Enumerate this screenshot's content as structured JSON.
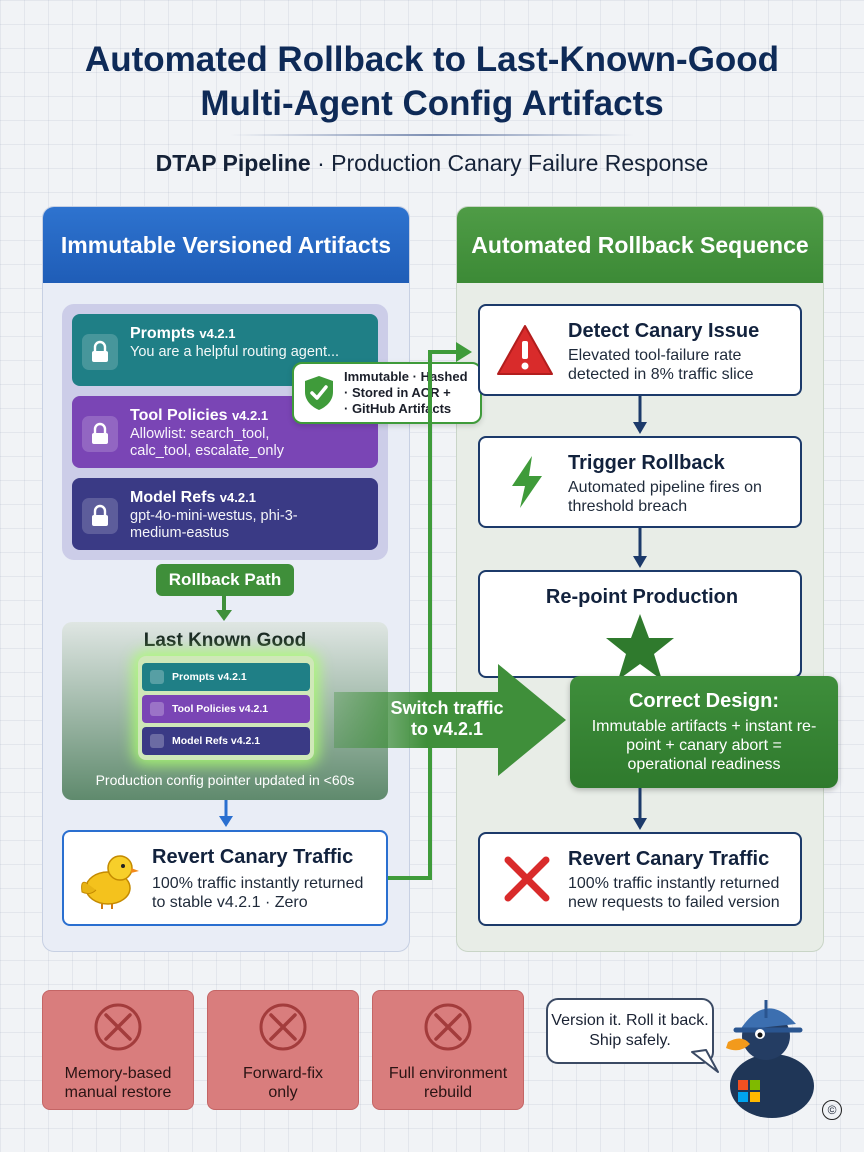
{
  "title": {
    "line1": "Automated Rollback to Last-Known-Good",
    "line2": "Multi-Agent Config Artifacts"
  },
  "subtitle": {
    "bold": "DTAP Pipeline",
    "rest": " · Production Canary Failure Response"
  },
  "left_panel": {
    "header": "Immutable Versioned Artifacts",
    "artifacts": [
      {
        "name": "Prompts",
        "version": "v4.2.1",
        "body": "You are a helpful routing agent...",
        "color": "#1f7f86"
      },
      {
        "name": "Tool Policies",
        "version": "v4.2.1",
        "body": "Allowlist: search_tool, calc_tool, escalate_only",
        "color": "#7a45b5"
      },
      {
        "name": "Model Refs",
        "version": "v4.2.1",
        "body": "gpt-4o-mini-westus, phi-3-medium-eastus",
        "color": "#3a3a85"
      }
    ],
    "rollback_path": "Rollback Path",
    "last_known_good": {
      "title": "Last Known Good",
      "items": [
        {
          "label": "Prompts v4.2.1",
          "color": "#1f7f86"
        },
        {
          "label": "Tool Policies v4.2.1",
          "color": "#7a45b5"
        },
        {
          "label": "Model Refs v4.2.1",
          "color": "#3a3a85"
        }
      ],
      "note": "Production config pointer updated in <60s"
    },
    "revert": {
      "title": "Revert Canary Traffic",
      "body": "100% traffic instantly returned to stable v4.2.1 · Zero"
    }
  },
  "badge": {
    "line1": "Immutable · Hashed",
    "line2": "· Stored in ACR +",
    "line3": "· GitHub Artifacts"
  },
  "switch_arrow": {
    "line1": "Switch traffic",
    "line2": "to v4.2.1"
  },
  "right_panel": {
    "header": "Automated Rollback Sequence",
    "steps": [
      {
        "title": "Detect Canary Issue",
        "body": "Elevated tool-failure rate detected in 8% traffic slice"
      },
      {
        "title": "Trigger Rollback",
        "body": "Automated pipeline fires on threshold breach"
      },
      {
        "title": "Re-point Production",
        "body": ""
      }
    ],
    "correct_design": {
      "title": "Correct Design:",
      "body": "Immutable artifacts + instant re-point + canary abort = operational readiness"
    },
    "revert_failed": {
      "title": "Revert Canary Traffic",
      "body": "100% traffic instantly returned new requests to failed version"
    }
  },
  "anti_patterns": [
    {
      "label": "Memory-based manual restore"
    },
    {
      "label": "Forward-fix only"
    },
    {
      "label": "Full environment rebuild"
    }
  ],
  "mascot": {
    "speech": "Version it. Roll it back. Ship safely.",
    "copyright": "©"
  },
  "colors": {
    "title": "#0e2a57",
    "blue_header": "#2e73cf",
    "green_header": "#4f9c46",
    "alert_red": "#d92b2b",
    "negative_box": "#d97d7d"
  }
}
